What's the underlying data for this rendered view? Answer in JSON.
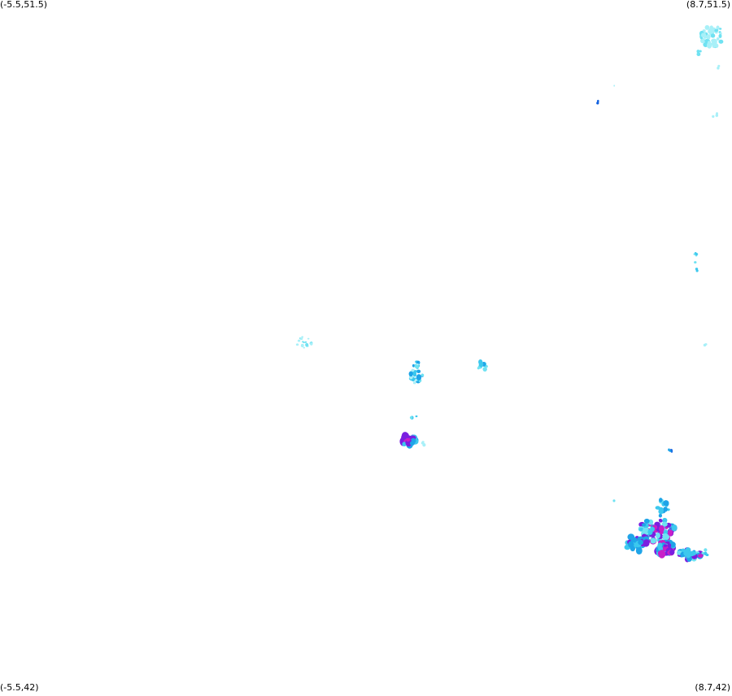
{
  "map": {
    "corners": {
      "top_left": "(-5.5,51.5)",
      "top_right": "(8.7,51.5)",
      "bottom_left": "(-5.5,42)",
      "bottom_right": "(8.7,42)"
    },
    "bounds": {
      "lon_min": -5.5,
      "lon_max": 8.7,
      "lat_min": 42,
      "lat_max": 51.5
    },
    "colors": {
      "background": "#ffffff",
      "light": "#a8f0f8",
      "light_mid": "#6fe2f2",
      "mid": "#3cc8ee",
      "moderate": "#1fa4e8",
      "strong": "#1060e0",
      "heavy": "#7a1fe0",
      "intense": "#c81fc8"
    }
  }
}
